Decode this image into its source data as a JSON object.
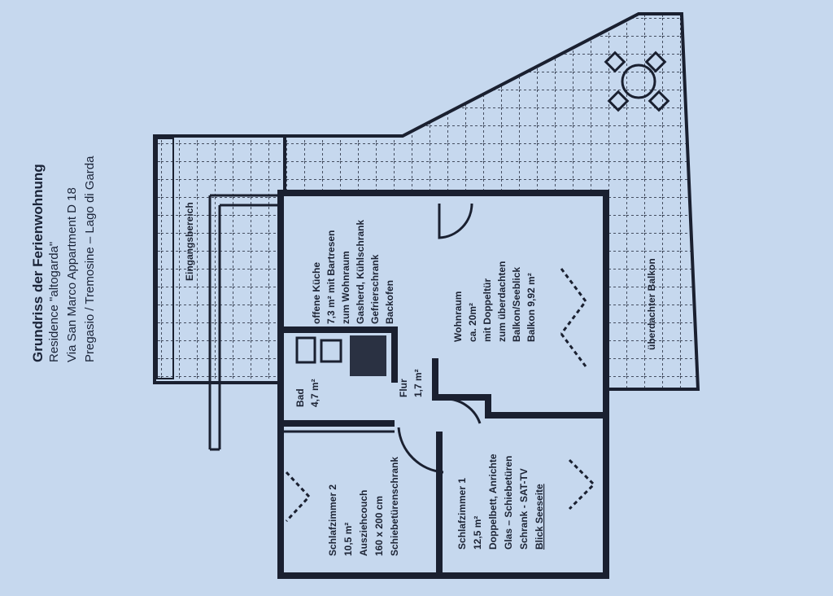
{
  "header": {
    "title": "Grundriss der Ferienwohnung",
    "line1": "Residence \"altogarda\"",
    "line2": "Via San Marco  Appartment D 18",
    "line3": "Pregasio / Tremosine – Lago di Garda"
  },
  "rooms": {
    "entrance": "Eingangsbereich",
    "balcony": "überdachter Balkon",
    "kitchen": [
      "offene Küche",
      "7,3 m² mit Bartresen",
      "zum Wohnraum",
      "Gasherd, Kühlschrank",
      "Gefrierschrank",
      "Backofen"
    ],
    "living": [
      "Wohnraum",
      "ca. 20m²",
      "mit Doppeltür",
      "zum überdachten",
      "Balkon/Seeblick",
      "Balkon 9,92 m²"
    ],
    "bath": [
      "Bad",
      "4,7 m²"
    ],
    "hall": [
      "Flur",
      "1,7 m²"
    ],
    "bedroom2": [
      "Schlafzimmer 2",
      "10,5 m²",
      "Ausziehcouch",
      "160 x 200 cm",
      "Schiebetürenschrank"
    ],
    "bedroom1": [
      "Schlafzimmer 1",
      "12,5 m²",
      "Doppelbett, Anrichte",
      "Glas – Schiebetüren",
      "Schrank - SAT-TV",
      "Blick Seeseite"
    ]
  }
}
